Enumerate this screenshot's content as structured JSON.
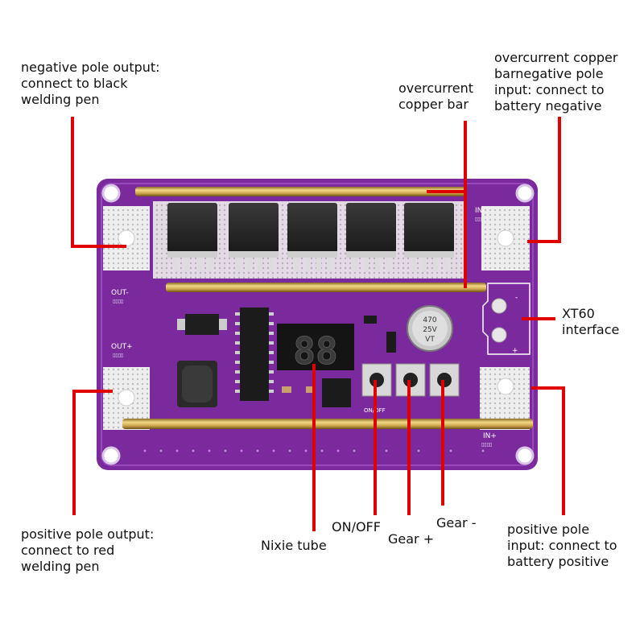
{
  "callouts": {
    "neg_out": "negative pole output:\nconnect to black\nwelding pen",
    "copper_bar": "overcurrent\ncopper bar",
    "neg_in": "overcurrent copper\nbarnegative pole\ninput: connect to\nbattery negative",
    "xt60": "XT60\ninterface",
    "pos_out": "positive pole output:\nconnect to red\nwelding pen",
    "nixie": "Nixie tube",
    "onoff": "ON/OFF",
    "gear_plus": "Gear +",
    "gear_minus": "Gear -",
    "pos_in": "positive pole\ninput: connect to\nbattery positive"
  },
  "board": {
    "out_minus": "OUT-",
    "out_plus": "OUT+",
    "in_minus": "IN-",
    "in_plus": "IN+",
    "xt60_minus": "-",
    "xt60_plus": "+",
    "display": "88",
    "cap_text": [
      "470",
      "25V",
      "VT"
    ],
    "switch_text": "ON/OFF"
  },
  "colors": {
    "board": "#7b2a9e",
    "board_dark": "#5f1a7e",
    "pad": "#e8e8e8",
    "copper_bar": "#c9a24a",
    "callout_line": "#e00000",
    "display": "#e63a3a"
  }
}
